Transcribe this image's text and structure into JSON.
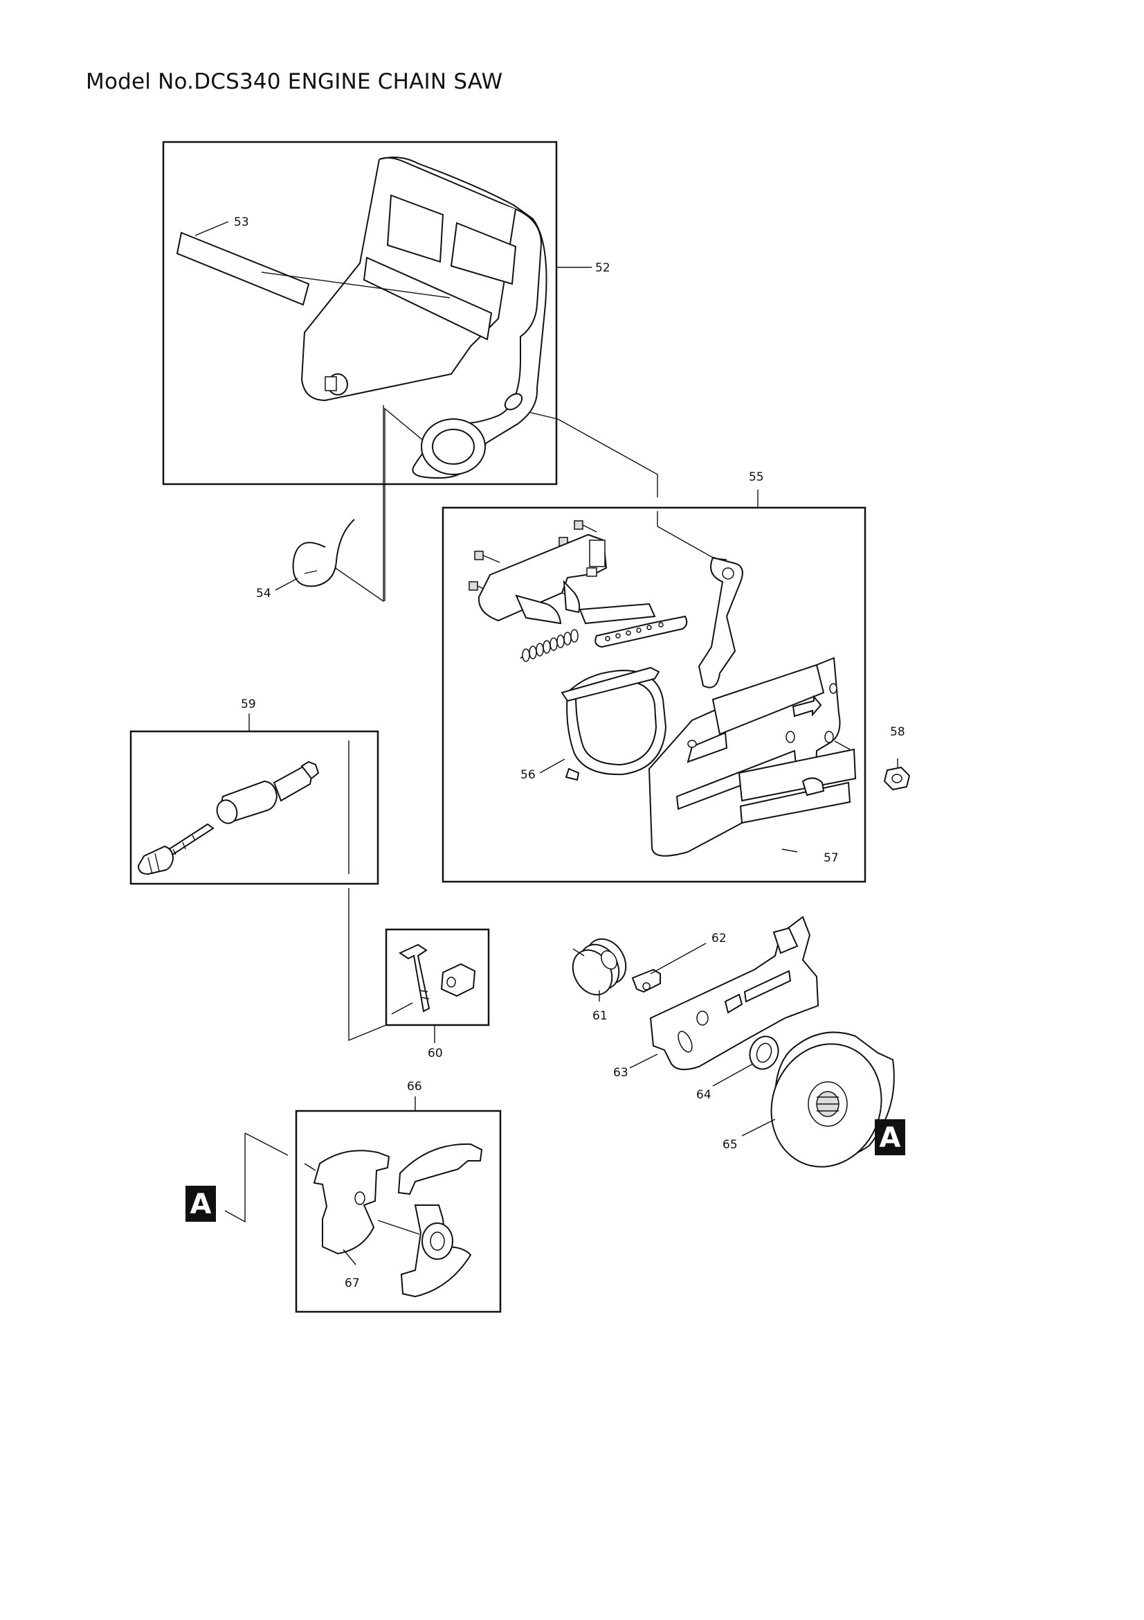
{
  "title": "Model No.DCS340 ENGINE CHAIN SAW",
  "parts": [
    {
      "ref": "52"
    },
    {
      "ref": "53"
    },
    {
      "ref": "54"
    },
    {
      "ref": "55"
    },
    {
      "ref": "56"
    },
    {
      "ref": "57"
    },
    {
      "ref": "58"
    },
    {
      "ref": "59"
    },
    {
      "ref": "60"
    },
    {
      "ref": "61"
    },
    {
      "ref": "62"
    },
    {
      "ref": "63"
    },
    {
      "ref": "64"
    },
    {
      "ref": "65"
    },
    {
      "ref": "66"
    },
    {
      "ref": "67"
    }
  ],
  "markers": [
    "A",
    "A"
  ]
}
